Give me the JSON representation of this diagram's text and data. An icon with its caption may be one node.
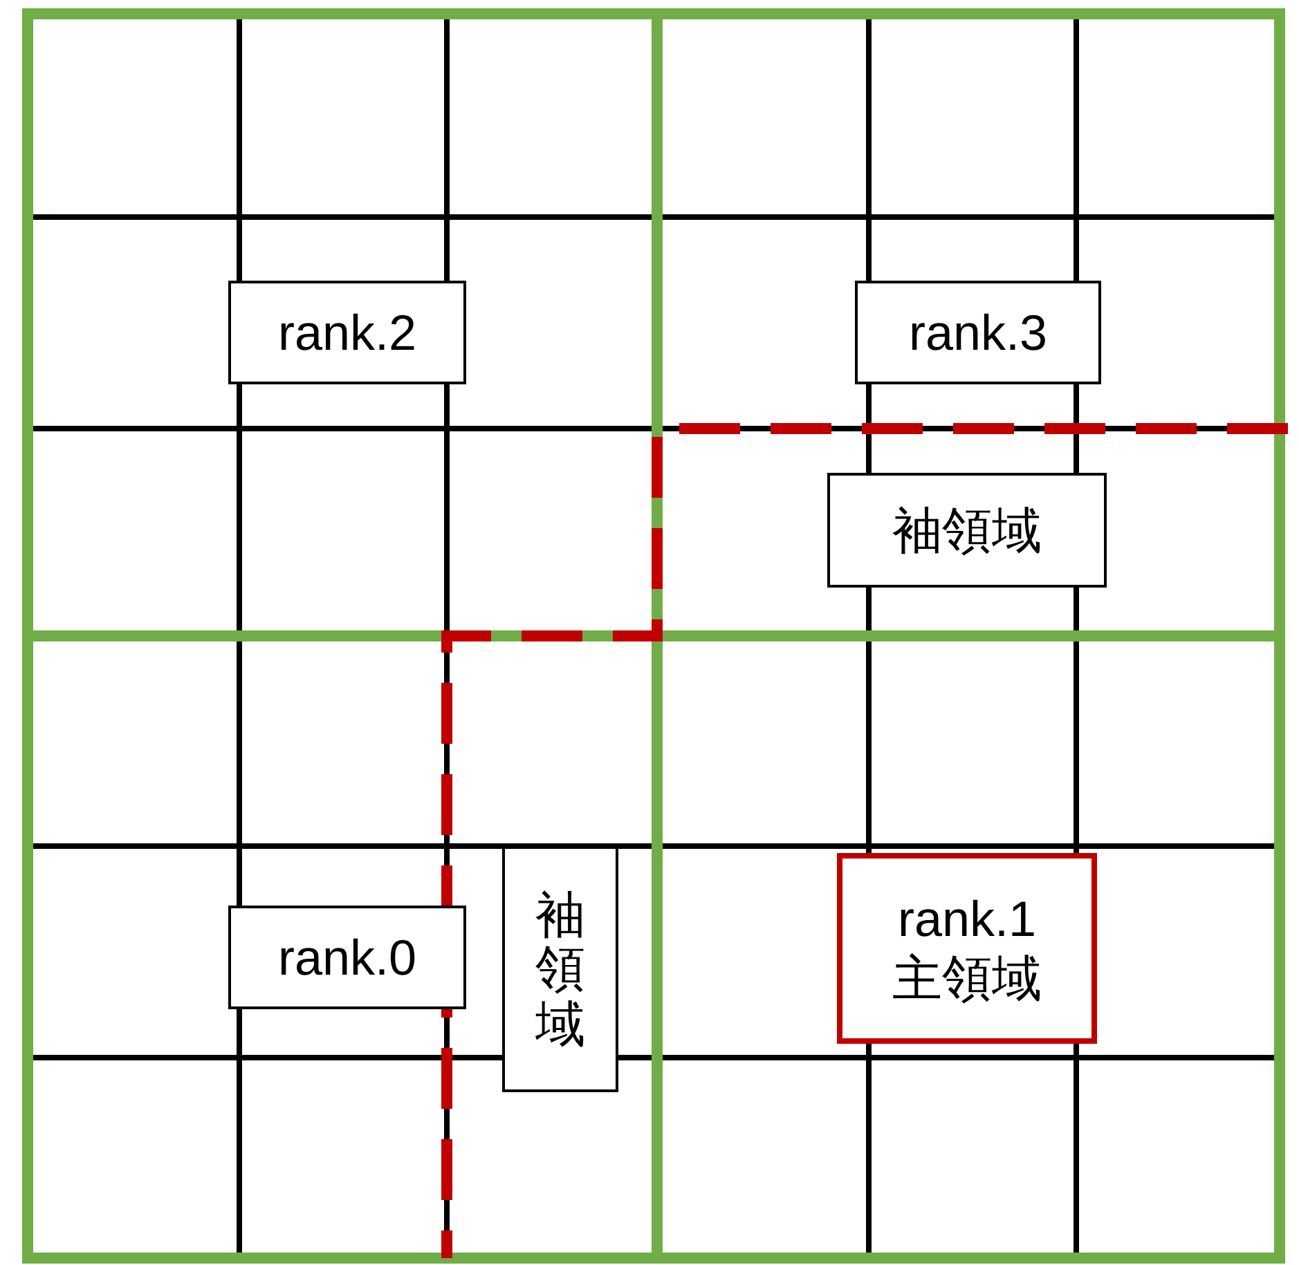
{
  "diagram": {
    "nodes": [
      {
        "text": [
          "rank.2"
        ]
      },
      {
        "text": [
          "rank.3"
        ]
      },
      {
        "text": [
          "袖領域"
        ]
      },
      {
        "text": [
          "rank.0"
        ]
      },
      {
        "text": [
          "袖領域"
        ]
      },
      {
        "text": [
          "rank.1",
          "主領域"
        ]
      }
    ]
  }
}
